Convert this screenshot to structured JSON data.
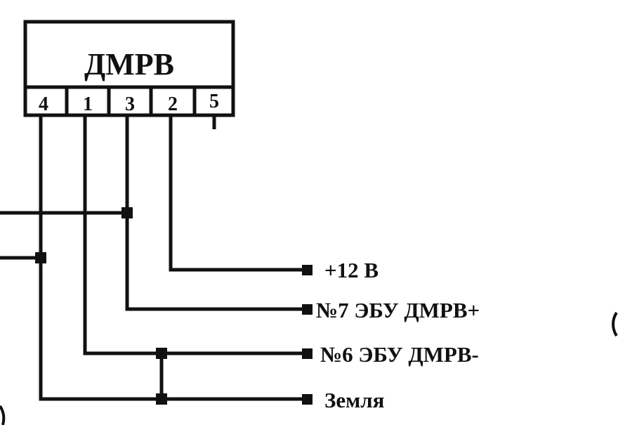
{
  "sensor": {
    "title": "ДМРВ",
    "pins": [
      "4",
      "1",
      "3",
      "2",
      "5"
    ]
  },
  "connections": [
    {
      "pin": "2",
      "label": "+12 В"
    },
    {
      "pin": "3",
      "label": "№7 ЭБУ ДМРВ+"
    },
    {
      "pin": "1",
      "label": "№6 ЭБУ ДМРВ-"
    },
    {
      "pin": "4",
      "label": "Земля"
    }
  ],
  "colors": {
    "line": "#111111",
    "background": "#ffffff"
  }
}
